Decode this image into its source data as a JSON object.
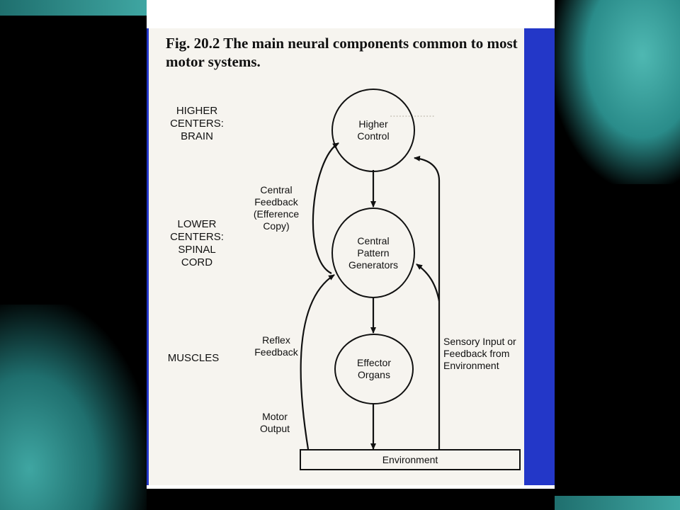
{
  "caption": "Fig. 20.2  The main neural components common to most motor systems.",
  "levels": {
    "higher": "HIGHER CENTERS: BRAIN",
    "lower": "LOWER CENTERS: SPINAL CORD",
    "muscles": "MUSCLES"
  },
  "nodes": {
    "higher_control": "Higher Control",
    "cpg": "Central Pattern Generators",
    "effector": "Effector Organs",
    "environment": "Environment"
  },
  "annotations": {
    "central_feedback": "Central Feedback (Efference Copy)",
    "reflex_feedback": "Reflex Feedback",
    "motor_output": "Motor Output",
    "sensory_input": "Sensory Input or Feedback from Environment"
  },
  "colors": {
    "background": "#000000",
    "teal": "#2a8c8a",
    "blue_band": "#2337c8",
    "paper": "#f6f4ef",
    "ink": "#111111"
  }
}
